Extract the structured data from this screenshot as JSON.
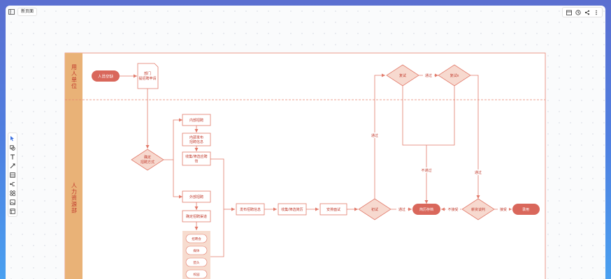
{
  "toolbar": {
    "doc_title": "新页面"
  },
  "lanes": {
    "top": "用人单位",
    "bottom": "人力资源部"
  },
  "nodes": {
    "start": "人员空缺",
    "request_l1": "部门",
    "request_l2": "提招聘申请",
    "decide_l1": "确定",
    "decide_l2": "招聘方式",
    "internal": "内部招聘",
    "int_publish_l1": "内部发布",
    "int_publish_l2": "招聘信息",
    "collect_l1": "收集/筛选应聘",
    "collect_l2": "信",
    "external": "外部招聘",
    "channel": "确定招聘渠道",
    "ch1": "招聘会",
    "ch2": "媒体",
    "ch3": "猎头",
    "ch4": "校园",
    "publish": "发布招聘信息",
    "screen": "收集/筛选简历",
    "arrange": "安排面试",
    "interview1": "初试",
    "interview2": "复试",
    "interview3": "复试n",
    "archive": "简历存档",
    "salary": "薪资谈判",
    "hire": "录用"
  },
  "edges": {
    "pass": "通过",
    "fail": "不通过",
    "not_accept": "不接受",
    "accept": "接受"
  }
}
